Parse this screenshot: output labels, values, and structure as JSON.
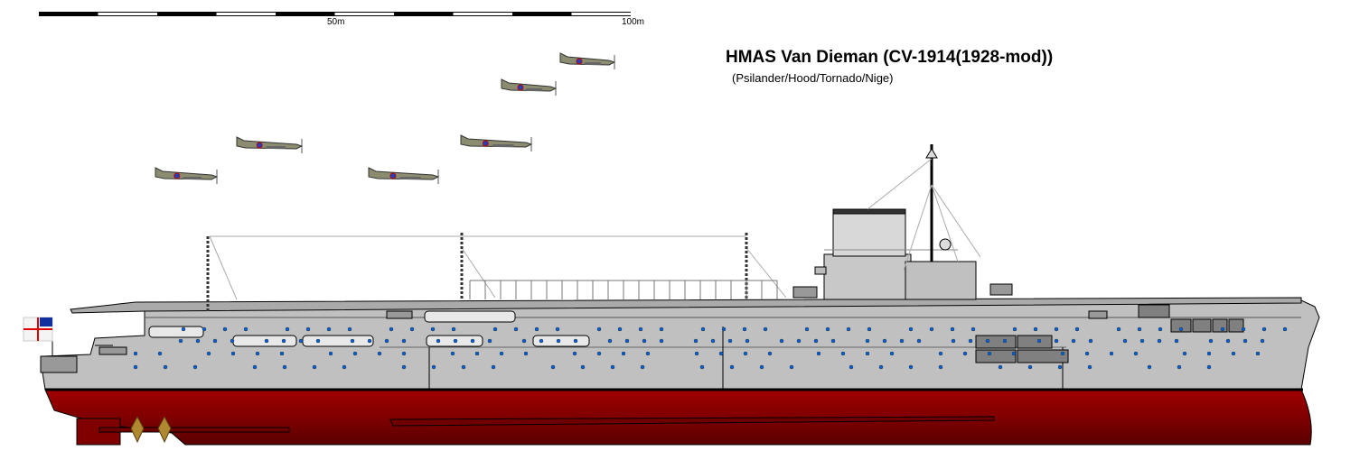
{
  "title": "HMAS Van Dieman (CV-1914(1928-mod))",
  "subtitle": "(Psilander/Hood/Tornado/Nige)",
  "scale": {
    "labels": [
      "50m",
      "100m"
    ],
    "segments": 10,
    "length_m": 100
  },
  "colors": {
    "hull_gray": "#c0c0c0",
    "boot_red": "#a00000",
    "dark_red": "#600000",
    "porthole": "#0060e0",
    "outline": "#000000"
  },
  "aircraft_count": 6
}
